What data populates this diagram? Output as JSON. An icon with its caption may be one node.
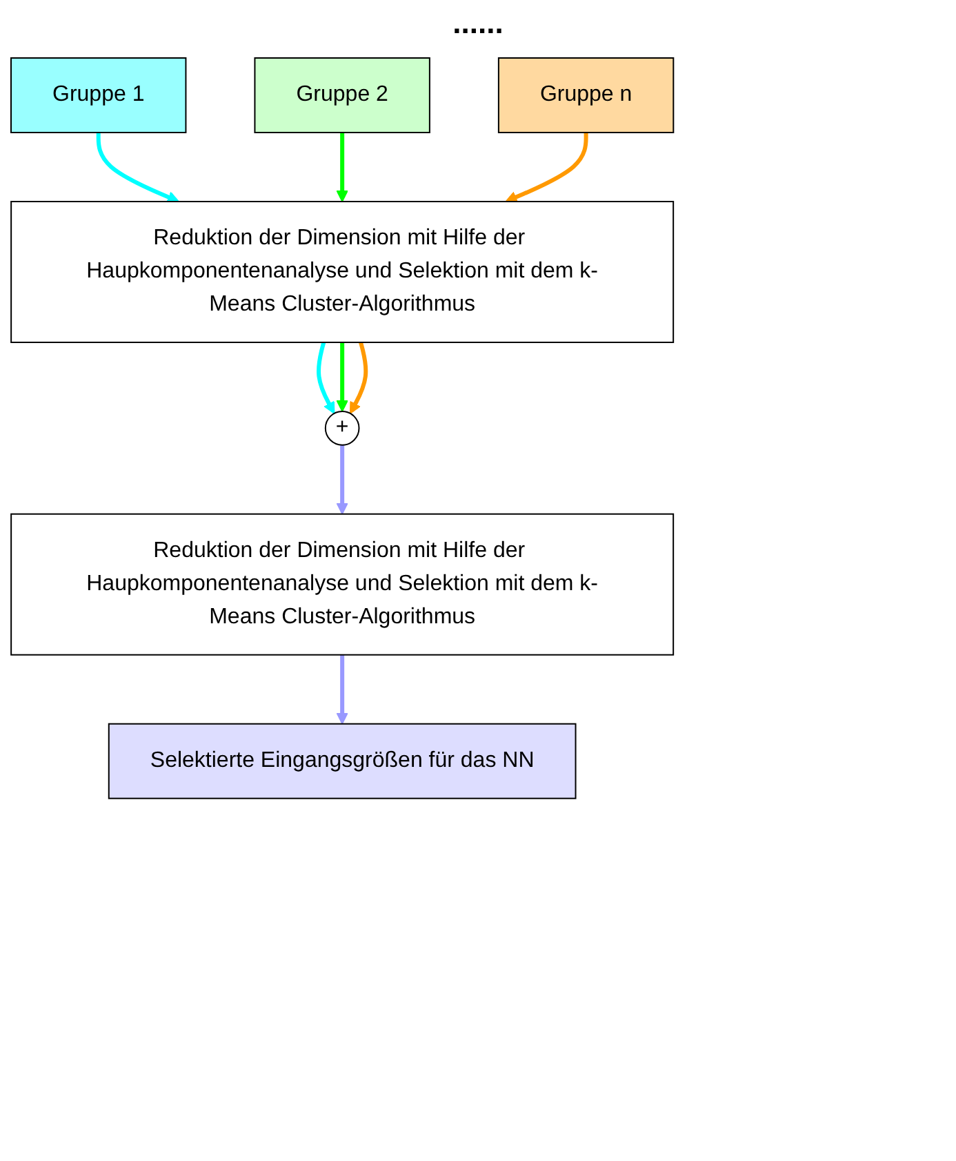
{
  "diagram": {
    "nodes": [
      {
        "text": [
          "Gruppe 1"
        ]
      },
      {
        "text": [
          "Gruppe 2"
        ]
      },
      {
        "text": [
          "Gruppe n"
        ]
      },
      {
        "text": [
          "Reduktion der Dimension mit Hilfe der Haupkomponentenanalyse und Selektion mit dem k-Means Cluster-Algorithmus"
        ]
      },
      {
        "text": [
          "+"
        ]
      },
      {
        "text": [
          "Reduktion der Dimension mit Hilfe der Haupkomponentenanalyse und Selektion mit dem k-Means Cluster-Algorithmus"
        ]
      },
      {
        "text": [
          "Selektierte Eingangsgrößen für das NN"
        ]
      }
    ],
    "edges": [
      {
        "from": 0,
        "to": 3,
        "arrow": "to",
        "color": "#00ffff"
      },
      {
        "from": 1,
        "to": 3,
        "arrow": "to",
        "color": "#00ff00"
      },
      {
        "from": 2,
        "to": 3,
        "arrow": "to",
        "color": "#ff9900"
      },
      {
        "from": 3,
        "to": 4,
        "arrow": "to",
        "color": "#00ffff"
      },
      {
        "from": 3,
        "to": 4,
        "arrow": "to",
        "color": "#00ff00"
      },
      {
        "from": 3,
        "to": 4,
        "arrow": "to",
        "color": "#ff9900"
      },
      {
        "from": 4,
        "to": 5,
        "arrow": "to",
        "color": "#9999ff"
      },
      {
        "from": 5,
        "to": 6,
        "arrow": "to",
        "color": "#9999ff"
      }
    ],
    "labels": [
      "......"
    ]
  }
}
